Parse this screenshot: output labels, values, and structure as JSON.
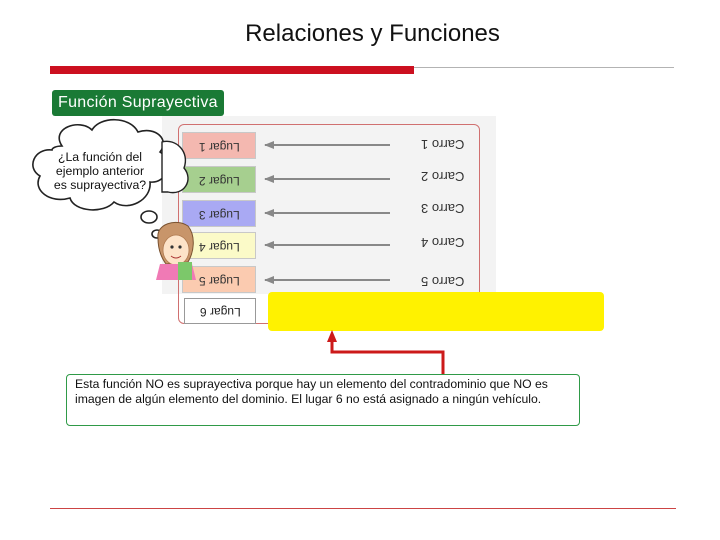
{
  "slide": {
    "title": "Relaciones y Funciones",
    "section_label": "Función Suprayectiva"
  },
  "thought_bubble": {
    "text": "¿La función del ejemplo anterior es suprayectiva?"
  },
  "mapping": {
    "lugares": [
      "Lugar 1",
      "Lugar 2",
      "Lugar 3",
      "Lugar 4",
      "Lugar 5"
    ],
    "lugar_colors": [
      "#f4b8b0",
      "#a6cf8f",
      "#a9a9f3",
      "#fbfac8",
      "#fbcbb0"
    ],
    "carros": [
      "Carro 1",
      "Carro 2",
      "Carro 3",
      "Carro 4",
      "Carro 5"
    ],
    "lugar_extra": "Lugar 6"
  },
  "explanation": {
    "text": "Esta función NO es suprayectiva porque hay un elemento del contradominio que NO es imagen de algún elemento del dominio. El lugar 6 no está asignado a ningún vehículo."
  },
  "colors": {
    "accent_red": "#cc1020",
    "label_green": "#1a7a35",
    "highlight_yellow": "#fff200",
    "arrow_gray": "#888888"
  }
}
